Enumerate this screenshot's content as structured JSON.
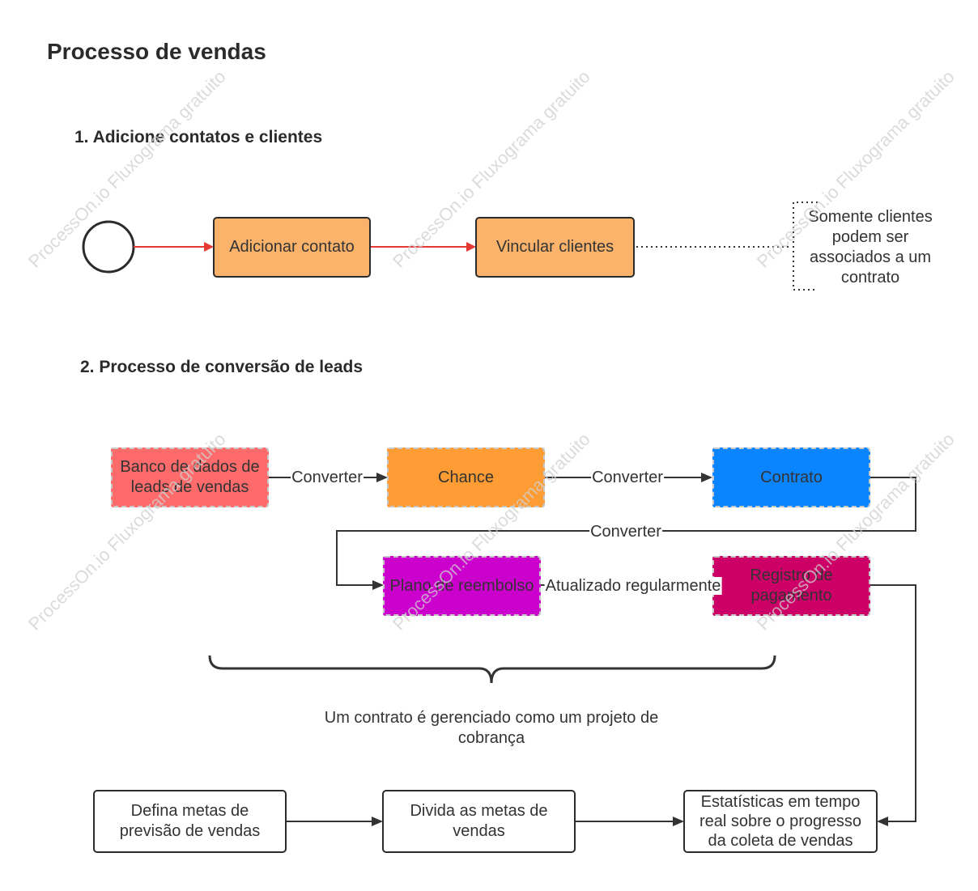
{
  "title": "Processo de vendas",
  "section1": {
    "heading": "1. Adicione contatos e clientes",
    "add_contact": "Adicionar contato",
    "link_clients": "Vincular clientes",
    "note": "Somente clientes podem ser associados a um contrato"
  },
  "section2": {
    "heading": "2. Processo de conversão de leads",
    "leads_db": "Banco de dados de leads de vendas",
    "chance": "Chance",
    "contract": "Contrato",
    "refund_plan": "Plano de reembolso",
    "payment_record": "Registro de pagamento",
    "edge_convert_1": "Converter",
    "edge_convert_2": "Converter",
    "edge_convert_3": "Converter",
    "edge_updated": "Atualizado regularmente",
    "brace_note": "Um contrato é gerenciado como um projeto de cobrança"
  },
  "section3": {
    "forecast_goals": "Defina metas de previsão de vendas",
    "split_goals": "Divida as metas de vendas",
    "realtime_stats": "Estatísticas em tempo real sobre o progresso da coleta de vendas"
  },
  "watermark": "ProcessOn.io Fluxograma gratuito",
  "colors": {
    "add_contact_fill": "#fbb36b",
    "link_clients_fill": "#fbb36b",
    "leads_fill": "#ff6b6b",
    "chance_fill": "#ff9c33",
    "contract_fill": "#0a84ff",
    "refund_fill": "#cc00cc",
    "payment_fill": "#cc0066",
    "start_arrow": "#e53935",
    "line": "#333333"
  }
}
